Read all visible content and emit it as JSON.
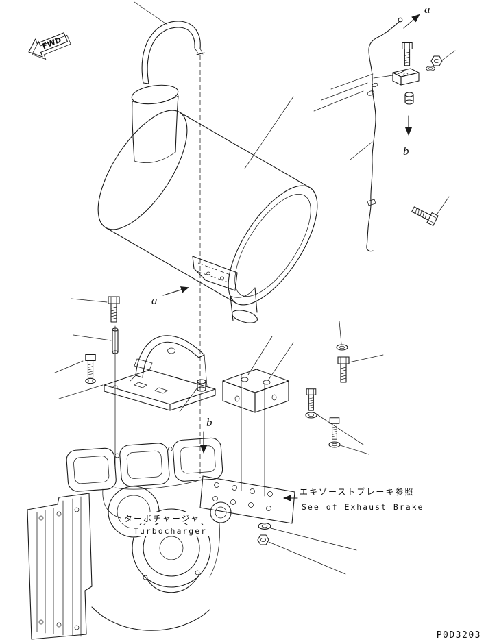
{
  "page": {
    "background": "#ffffff",
    "line_color": "#1a1a1a",
    "drawing_number": "P0D3203"
  },
  "labels": {
    "fwd": "FWD",
    "view_a": "a",
    "view_b": "b"
  },
  "callouts": {
    "turbocharger_jp": "ターボチャージャ",
    "turbocharger_en": "Turbocharger",
    "exhaust_brake_jp": "エキゾーストブレーキ参照",
    "exhaust_brake_en": "See of Exhaust Brake"
  }
}
